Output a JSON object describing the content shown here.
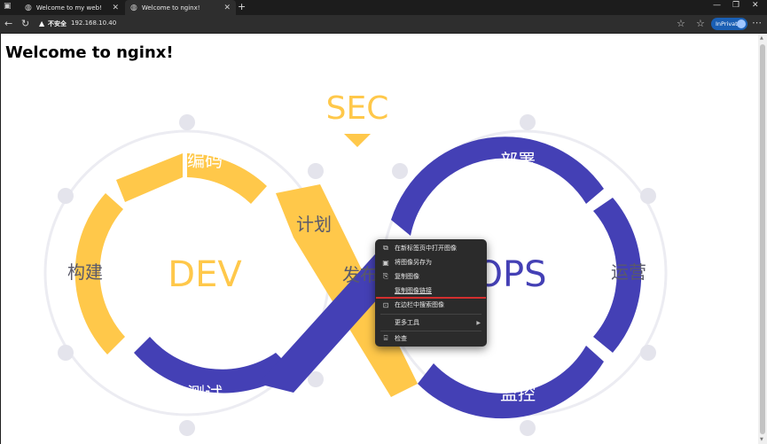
{
  "browser": {
    "tabs": [
      {
        "title": "Welcome to my web!",
        "icon": "globe-icon",
        "active": false
      },
      {
        "title": "Welcome to nginx!",
        "icon": "globe-icon",
        "active": true
      }
    ],
    "address": {
      "security_label": "不安全",
      "url": "192.168.10.40"
    },
    "inprivate_label": "InPrivate"
  },
  "page": {
    "heading": "Welcome to nginx!"
  },
  "diagram": {
    "sec": "SEC",
    "dev": "DEV",
    "ops": "OPS",
    "stages": {
      "code": "编码",
      "build": "构建",
      "test": "测试",
      "plan": "计划",
      "release": "发布",
      "deploy": "部署",
      "operate": "运营",
      "monitor": "监控"
    },
    "colors": {
      "dev_yellow": "#FFC84A",
      "ops_blue": "#4440B5",
      "text_gray": "#5A5A6A",
      "sec_text": "#FFC84A"
    }
  },
  "context_menu": {
    "items": [
      {
        "label": "在新标签页中打开图像",
        "icon": "open-tab-icon"
      },
      {
        "label": "将图像另存为",
        "icon": "save-image-icon"
      },
      {
        "label": "复制图像",
        "icon": "copy-image-icon"
      },
      {
        "label": "复制图像链接",
        "icon": "link-icon"
      },
      {
        "label": "在边栏中搜索图像",
        "icon": "sidebar-search-icon"
      },
      {
        "label": "更多工具",
        "icon": ""
      },
      {
        "label": "检查",
        "icon": "inspect-icon"
      }
    ]
  }
}
